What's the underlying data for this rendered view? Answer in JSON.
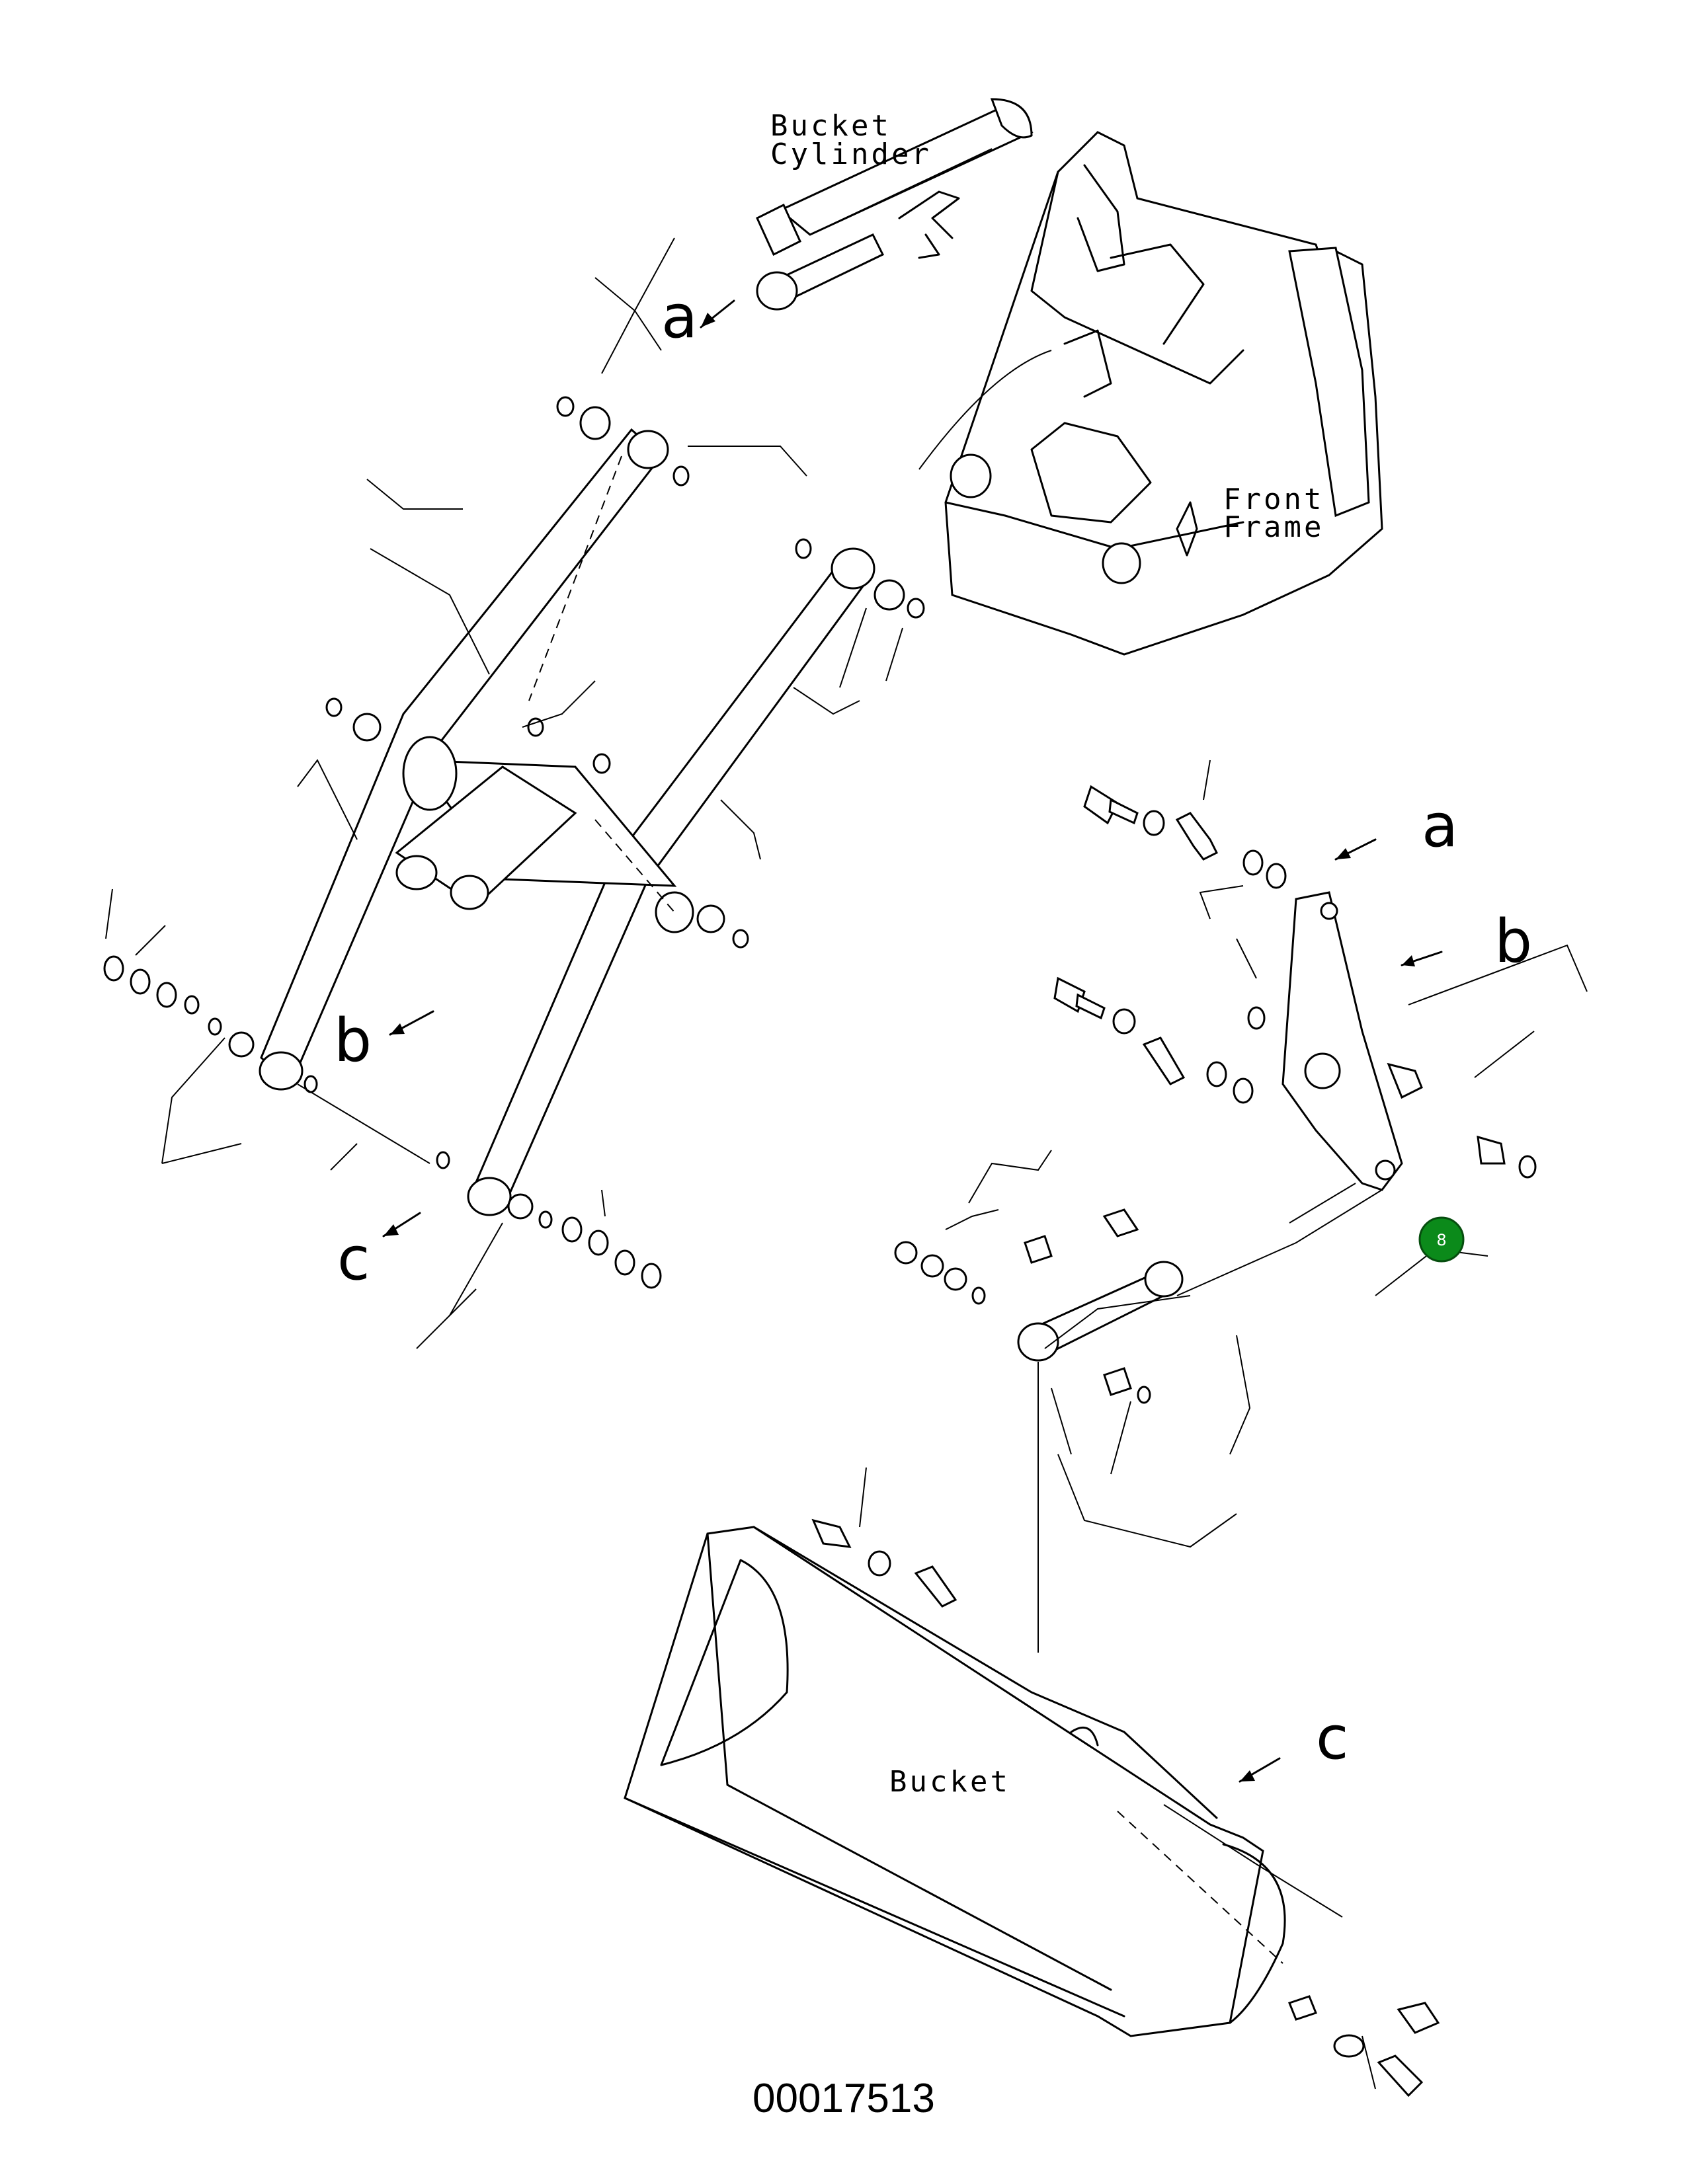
{
  "labels": {
    "bucket_cylinder_line1": "Bucket",
    "bucket_cylinder_line2": "Cylinder",
    "front_frame_line1": "Front",
    "front_frame_line2": "Frame",
    "bucket": "Bucket"
  },
  "callouts": {
    "a_top": "a",
    "a_right": "a",
    "b_left": "b",
    "b_right": "b",
    "c_left": "c",
    "c_bottom": "c"
  },
  "badge": {
    "label": "8",
    "color": "#0b8a1a"
  },
  "figure_number": "00017513"
}
